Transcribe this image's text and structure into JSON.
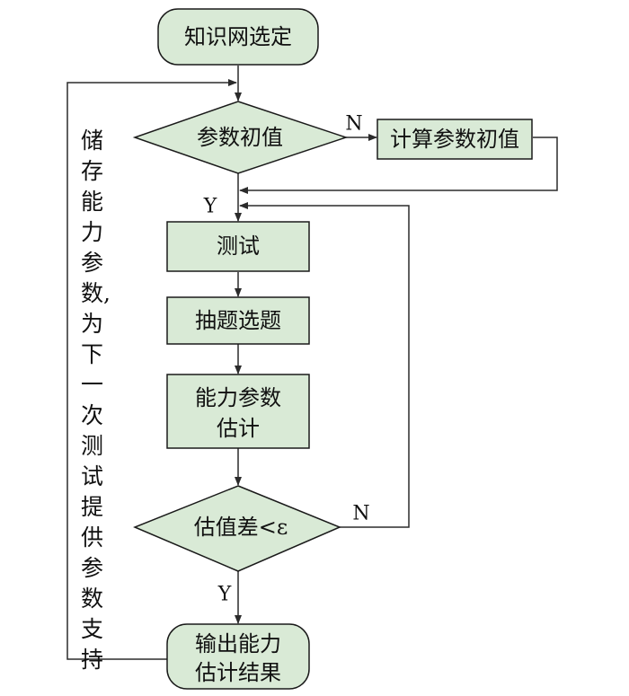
{
  "colors": {
    "fill": "#d9ead6",
    "stroke": "#1a1a1a",
    "line": "#2b2b2b",
    "text": "#111111"
  },
  "nodes": {
    "start": "知识网选定",
    "init_check": "参数初值",
    "calc_init": "计算参数初值",
    "test": "测试",
    "select": "抽题选题",
    "estimate_line1": "能力参数",
    "estimate_line2": "估计",
    "diff_check": "估值差<ε",
    "output_line1": "输出能力",
    "output_line2": "估计结果"
  },
  "labels": {
    "no_1": "N",
    "yes_1": "Y",
    "no_2": "N",
    "yes_2": "Y"
  },
  "side_note": "储存能力参数,为下一次测试提供参数支持"
}
